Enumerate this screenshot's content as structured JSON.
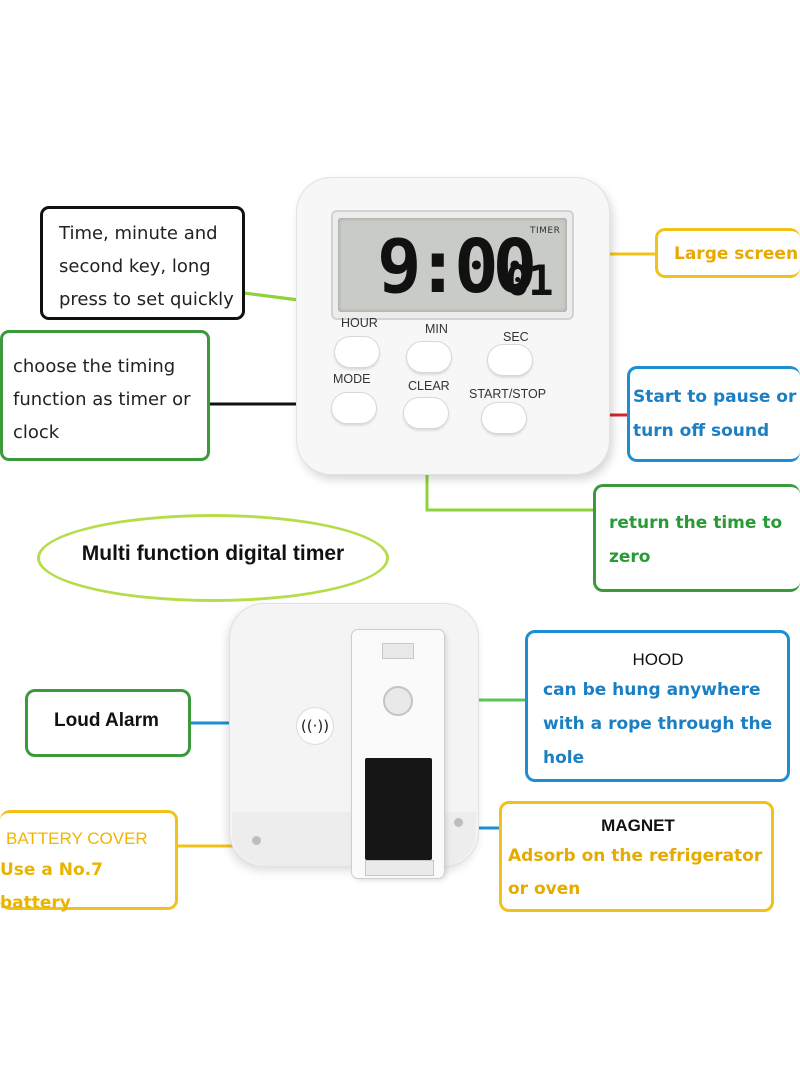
{
  "device": {
    "lcd_label": "TIMER",
    "lcd_main": "9:00",
    "lcd_small": "01",
    "buttons": {
      "hour": "HOUR",
      "min": "MIN",
      "sec": "SEC",
      "mode": "MODE",
      "clear": "CLEAR",
      "start_stop": "START/STOP"
    },
    "speaker_glyph": "((·))"
  },
  "callouts": {
    "keys": [
      "Time, minute and",
      "second key, long",
      "press to set quickly"
    ],
    "mode": [
      "choose the timing",
      "function as timer or",
      "clock"
    ],
    "screen": "Large screen",
    "start": [
      "Start to pause or",
      "turn off sound"
    ],
    "clear": [
      "return the time to",
      "zero"
    ],
    "title": "Multi function digital timer",
    "alarm": "Loud Alarm",
    "hood": {
      "heading": "HOOD",
      "lines": [
        "can be hung anywhere",
        "with a rope through the",
        "hole"
      ]
    },
    "battery": {
      "heading": "BATTERY COVER",
      "line": "Use a No.7 battery"
    },
    "magnet": {
      "heading": "MAGNET",
      "lines": [
        "Adsorb on the refrigerator",
        "or oven"
      ]
    }
  },
  "colors": {
    "green": "#8fd33c",
    "dark_green": "#2a9a36",
    "blue": "#1b8fd2",
    "yellow": "#f2c21b",
    "red": "#d7252b",
    "black": "#111111"
  }
}
